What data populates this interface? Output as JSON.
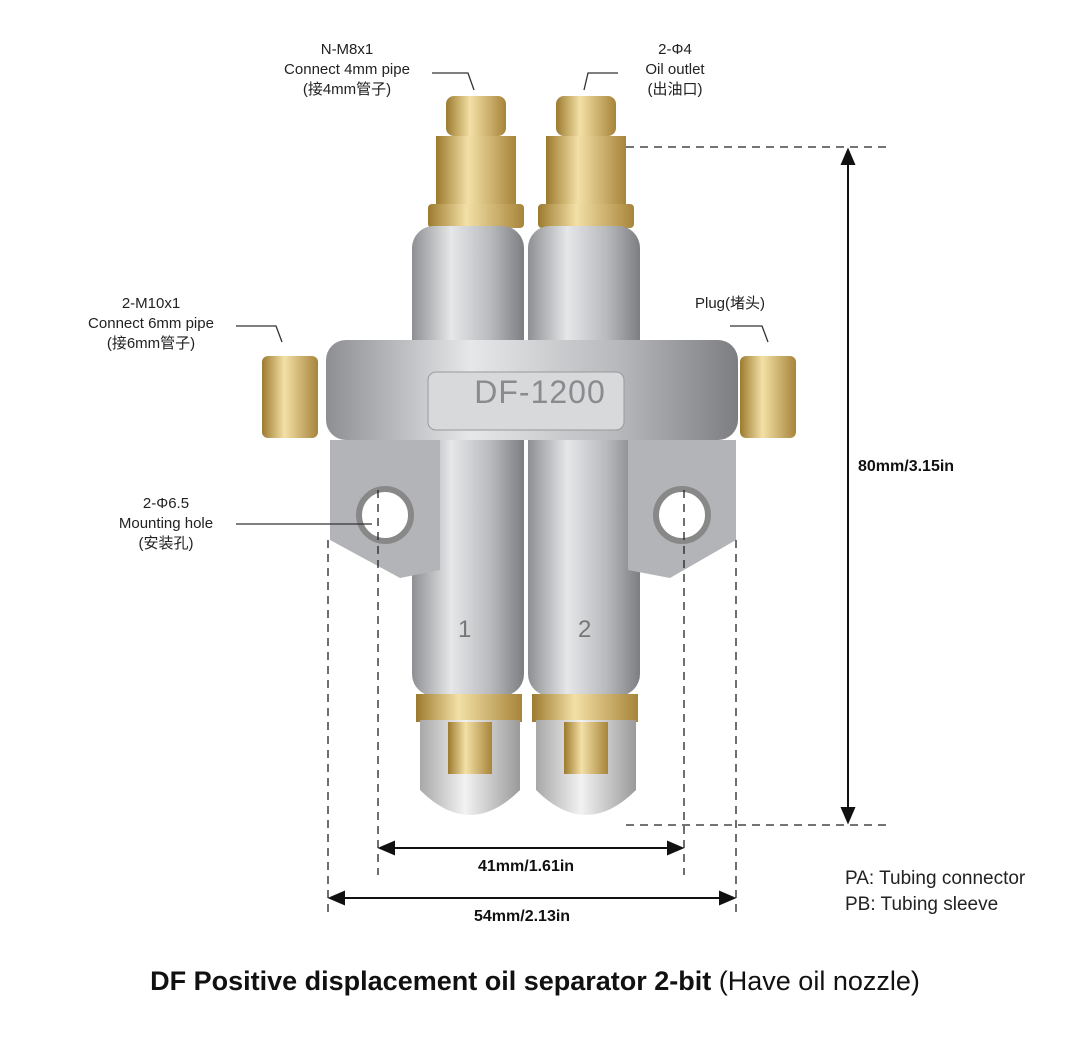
{
  "labels": {
    "top_left": {
      "line1": "N-M8x1",
      "line2": "Connect 4mm pipe",
      "line3": "(接4mm管子)"
    },
    "top_right": {
      "line1": "2-Φ4",
      "line2": "Oil outlet",
      "line3": "(出油口)"
    },
    "mid_left": {
      "line1": "2-M10x1",
      "line2": "Connect 6mm pipe",
      "line3": "(接6mm管子)"
    },
    "mid_right": {
      "line1": "Plug(堵头)"
    },
    "hole": {
      "line1": "2-Φ6.5",
      "line2": "Mounting hole",
      "line3": "(安装孔)"
    }
  },
  "part": {
    "model": "DF-1200",
    "port_1": "1",
    "port_2": "2"
  },
  "dimensions": {
    "height": "80mm/3.15in",
    "hole_spacing": "41mm/1.61in",
    "width": "54mm/2.13in"
  },
  "legend": {
    "pa": "PA: Tubing connector",
    "pb": "PB: Tubing sleeve"
  },
  "title": {
    "main": "DF Positive displacement oil separator 2-bit ",
    "paren": "(Have oil nozzle)"
  },
  "colors": {
    "brass": "#c9a552",
    "metal": "#c8c9cb",
    "text": "#222222"
  }
}
